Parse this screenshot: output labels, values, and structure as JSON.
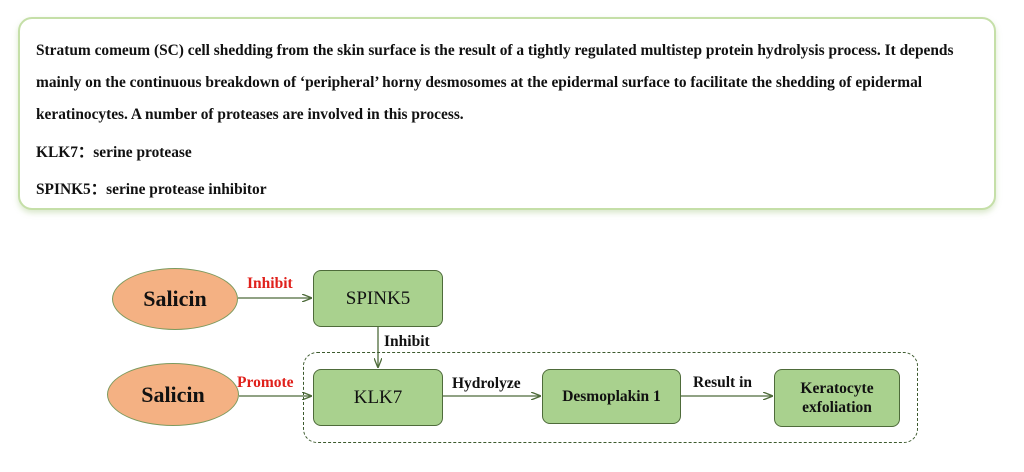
{
  "info": {
    "paragraph": "Stratum comeum (SC) cell shedding from the skin surface is the result of a tightly regulated multistep protein hydrolysis process. It depends mainly on the continuous breakdown of ‘peripheral’ horny desmosomes at the epidermal surface to facilitate the shedding of epidermal keratinocytes. A number of proteases are involved in this process.",
    "definitions": [
      "KLK7：serine protease",
      "SPINK5：serine protease inhibitor"
    ]
  },
  "diagram": {
    "nodes": {
      "salicin_top": "Salicin",
      "salicin_bottom": "Salicin",
      "spink5": "SPINK5",
      "klk7": "KLK7",
      "desmoplakin": "Desmoplakin 1",
      "keratocyte_line1": "Keratocyte",
      "keratocyte_line2": "exfoliation"
    },
    "edges": {
      "salicin_to_spink5": "Inhibit",
      "spink5_to_klk7": "Inhibit",
      "salicin_to_klk7": "Promote",
      "klk7_to_desmoplakin": "Hydrolyze",
      "desmoplakin_to_keratocyte": "Result in"
    },
    "colors": {
      "salicin_fill": "#f4b183",
      "node_fill": "#a9d18e",
      "red_label": "#e0201b",
      "box_border": "#c5dfa8"
    }
  }
}
